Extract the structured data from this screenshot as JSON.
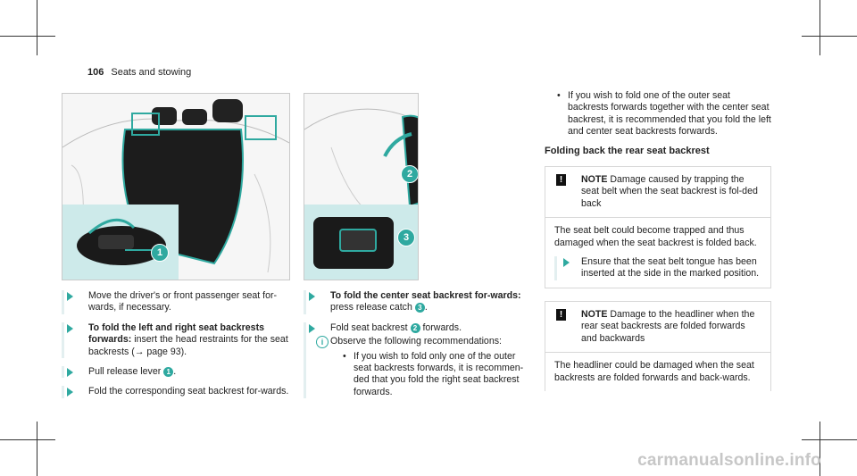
{
  "header": {
    "page_number": "106",
    "section": "Seats and stowing"
  },
  "callouts": {
    "c1": "1",
    "c2": "2",
    "c3": "3"
  },
  "col1": {
    "step1": "Move the driver's or front passenger seat for-wards, if necessary.",
    "step2_bold": "To fold the left and right seat backrests forwards:",
    "step2_text": " insert the head restraints for the seat backrests (→ page 93).",
    "step3_a": "Pull release lever ",
    "step3_b": ".",
    "step4": "Fold the corresponding seat backrest for-wards."
  },
  "col2": {
    "step1_bold": "To fold the center seat backrest for-wards:",
    "step1_text": " press release catch ",
    "step1_end": ".",
    "step2_a": "Fold seat backrest ",
    "step2_b": " forwards.",
    "info": "Observe the following recommendations:",
    "bullet": "If you wish to fold only one of the outer seat backrests forwards, it is recommen-ded that you fold the right seat backrest forwards."
  },
  "col3": {
    "bullet": "If you wish to fold one of the outer seat backrests forwards together with the center seat backrest, it is recommended that you fold the left and center seat backrests forwards.",
    "heading": "Folding back the rear seat backrest",
    "note1_label": "NOTE",
    "note1_title": " Damage caused by trapping the seat belt when the seat backrest is fol-ded back",
    "note1_body": "The seat belt could become trapped and thus damaged when the seat backrest is folded back.",
    "note1_step": "Ensure that the seat belt tongue has been inserted at the side in the marked position.",
    "note2_label": "NOTE",
    "note2_title": " Damage to the headliner when the rear seat backrests are folded forwards and backwards",
    "note2_body": "The headliner could be damaged when the seat backrests are folded forwards and back-wards."
  },
  "watermark": "carmanualsonline.info",
  "colors": {
    "accent": "#2fa9a0",
    "inset_bg": "#cdeaea"
  }
}
